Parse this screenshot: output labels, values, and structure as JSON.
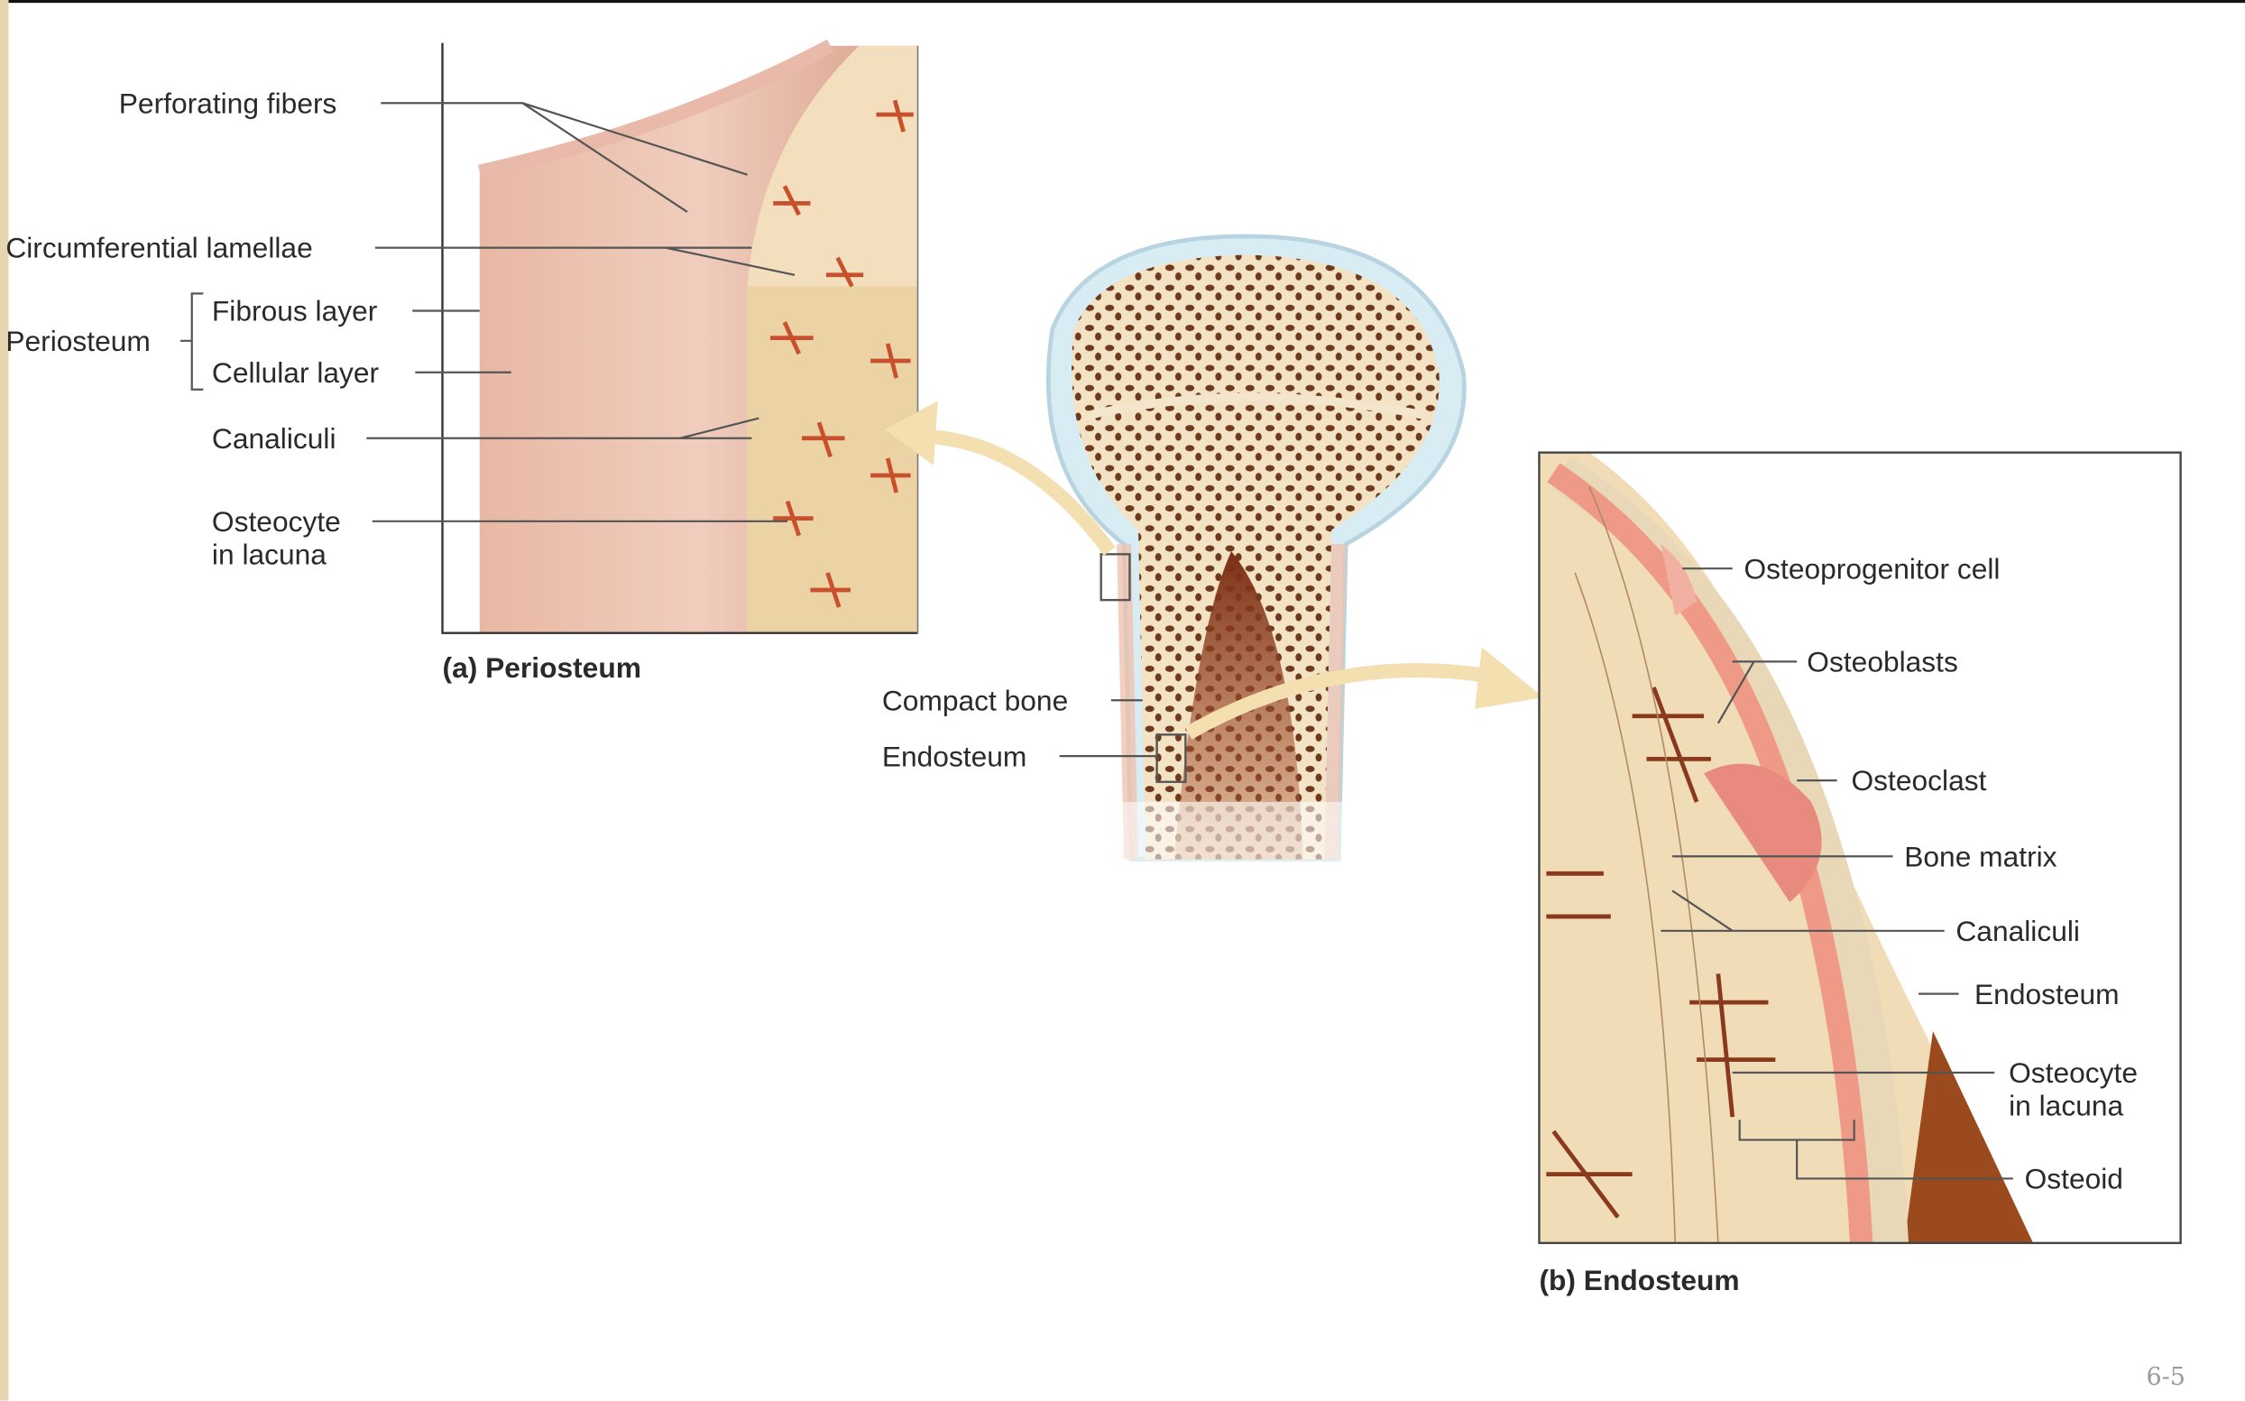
{
  "colors": {
    "bone": "#f1dcb8",
    "periosteum": "#e3b3a0",
    "osteocyte": "#c8502c",
    "marrow": "#8a3a1c",
    "arrow": "#f3dfb0",
    "osteoblast": "#ef9a86"
  },
  "panel_a": {
    "caption": "(a) Periosteum",
    "labels": {
      "perforating_fibers": "Perforating fibers",
      "circumferential_lamellae": "Circumferential lamellae",
      "periosteum": "Periosteum",
      "fibrous_layer": "Fibrous layer",
      "cellular_layer": "Cellular layer",
      "canaliculi": "Canaliculi",
      "osteocyte_line1": "Osteocyte",
      "osteocyte_line2": "in lacuna"
    }
  },
  "center": {
    "labels": {
      "compact_bone": "Compact bone",
      "endosteum": "Endosteum"
    }
  },
  "panel_b": {
    "caption": "(b) Endosteum",
    "labels": {
      "osteoprogenitor": "Osteoprogenitor cell",
      "osteoblasts": "Osteoblasts",
      "osteoclast": "Osteoclast",
      "bone_matrix": "Bone matrix",
      "canaliculi": "Canaliculi",
      "endosteum": "Endosteum",
      "osteocyte_line1": "Osteocyte",
      "osteocyte_line2": "in lacuna",
      "osteoid": "Osteoid"
    }
  },
  "slide_number": "6-5"
}
